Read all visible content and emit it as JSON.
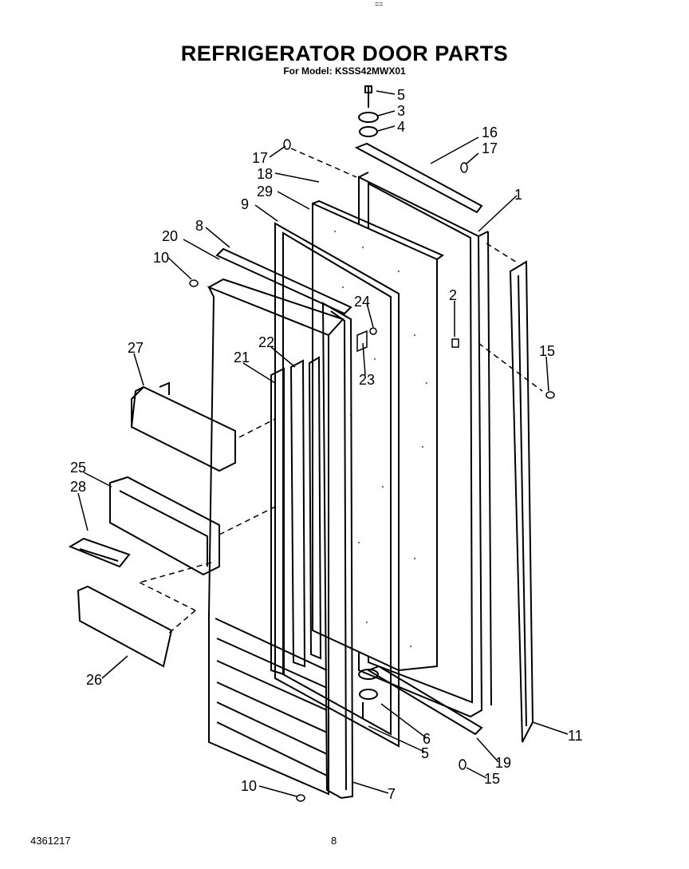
{
  "header": {
    "title": "REFRIGERATOR DOOR PARTS",
    "subtitle": "For Model: KSSS42MWX01",
    "top_mark": "=="
  },
  "footer": {
    "doc_number": "4361217",
    "page_number": "8"
  },
  "callouts": [
    "5",
    "3",
    "4",
    "16",
    "17",
    "17",
    "18",
    "29",
    "1",
    "9",
    "8",
    "20",
    "10",
    "2",
    "24",
    "15",
    "27",
    "22",
    "21",
    "23",
    "25",
    "28",
    "26",
    "6",
    "5",
    "19",
    "15",
    "11",
    "10",
    "7"
  ]
}
